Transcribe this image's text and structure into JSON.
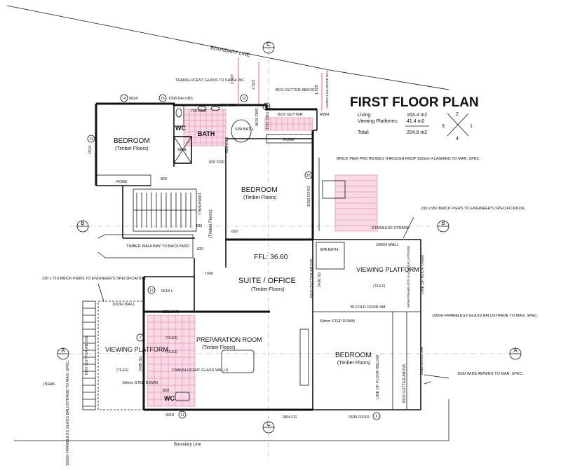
{
  "title": "FIRST FLOOR PLAN",
  "areas": [
    {
      "name": "Living:",
      "value": "163.4 m2"
    },
    {
      "name": "Viewing Platforms:",
      "value": "41.4 m2"
    },
    {
      "name": "Total:",
      "value": "204.8 m2"
    }
  ],
  "compass": {
    "n1": "1",
    "n2": "2",
    "n3": "3",
    "n4": "4"
  },
  "boundary": {
    "top": "BOUNDARY LINE",
    "bottom": "Boundary Line"
  },
  "grid_markers": {
    "c": "C",
    "b": "B",
    "a": "A"
  },
  "dimensions": {
    "d1": "2.507",
    "d2": "2.523",
    "d3": "1.929",
    "d3_note": "UNDER 4.5m ABOVE NGL"
  },
  "rooms": {
    "bedroom1": {
      "name": "BEDROOM",
      "floor": "(Timber Floors)"
    },
    "wc1": "WC",
    "bath": "BATH",
    "shr": "SHR",
    "spa_bath1": "SPA BATH",
    "bedroom2": {
      "name": "BEDROOM",
      "floor": "(Timber Floors)"
    },
    "suite": {
      "name": "SUITE / OFFICE",
      "floor": "(Timber Floors)",
      "ffl": "FFL: 36.60"
    },
    "viewing_right": {
      "name": "VIEWING PLATFORM",
      "floor": "(TILES)"
    },
    "viewing_left": {
      "name": "VIEWING PLATFORM",
      "floor": "(TILES)"
    },
    "prep": {
      "name": "PREPARATION ROOM",
      "floor": "(Timber Floors)"
    },
    "bedroom3": {
      "name": "BEDROOM",
      "floor": "(Timber Floors)"
    },
    "wc2": "WC",
    "spa_bath2": "SPA BATH",
    "dbl_shr": "DBL SHR",
    "tiles1": "(TILES)",
    "tiles2": "(TILES)",
    "timber_vert": "(Timber Floors)"
  },
  "labels": {
    "translucent_glass": "TRANSLUCENT GLASS TO SHR & WC",
    "box_gutter_above": "BOX GUTTER ABOVE",
    "box_gutter": "BOX GUTTER",
    "rwh": "RWH",
    "robe1": "ROBE",
    "robe2": "ROBE",
    "csd_820a": "820 CSD",
    "csd_720": "720 CSD",
    "csd_820b": "820 CSD",
    "door_820a": "820",
    "door_820b": "820",
    "door_820c": "820",
    "door_820d": "820",
    "door_1500": "1500",
    "wall_1000": "1000H WALL",
    "dn": "DN",
    "brick_pier_top": "BRICK PIER PROTRUDES THROUGH ROOF 800mm FLASHING TO MAN. SPEC.",
    "brick_piers_right": "230 x 950 BRICK PIERS TO ENGINEER'S SPECIFICATION",
    "brick_piers_left": "230 x 710 BRICK PIERS TO ENGINEER'S SPECIFICATION",
    "timber_walkway": "TIMBER WALKWAY TO BACKYARD",
    "stainless": "STAINLESS STRADE",
    "wall_1000_r": "1000H WALL",
    "wall_1000_l": "1000H WALL",
    "frameless_r": "1000H FRAMELESS GLASS BALUSTRADE",
    "frameless_note": "1000H FRAMELESS GLASS BALUSTRADE TO MAN. SPEC.",
    "frameless_bottom": "1000H FRAMELESS GLASS BALUSTRADE TO MAN. SPEC.",
    "line_roof_over": "LINE OF ROOF OVER",
    "bifold": "BI-FOLD DOOR SM",
    "step_down1": "50mm STEP DOWN",
    "step_down2": "50mm STEP DOWN",
    "translucent_walls": "TRANSLUCENT GLASS WALLS",
    "line_floor_below": "LINE OF FLOOR BELOW",
    "awning": "1000 WIDE AWNING TO MAN. SPEC.",
    "box_gutter_r": "BOX GUTTER ABOVE",
    "box_gutter_l": "BOX GUTTER ABOVE",
    "box_gutter_r2": "BOX GUTTER ABOVE",
    "stairs": "|Stairs",
    "sd_2430a": "2430 SD",
    "sd_2430b": "2430 SD",
    "sd_1550": "1550 OXXO",
    "sm_0618": "0618 OXXO SM",
    "w_1524": "1524",
    "w_1508": "1508 DH OBS",
    "w_1514": "1514 OBS",
    "w_0624": "0624",
    "w_0618L": "0618 L",
    "w_0618": "0618",
    "w_1804": "1804 FG",
    "w_0630": "0630 OXXO",
    "w_1511": "1511 OBS SM",
    "w_0618obs": "0618 OBS"
  },
  "window_tags": [
    "14",
    "15",
    "16",
    "17",
    "13",
    "18",
    "12",
    "7",
    "11",
    "9"
  ]
}
